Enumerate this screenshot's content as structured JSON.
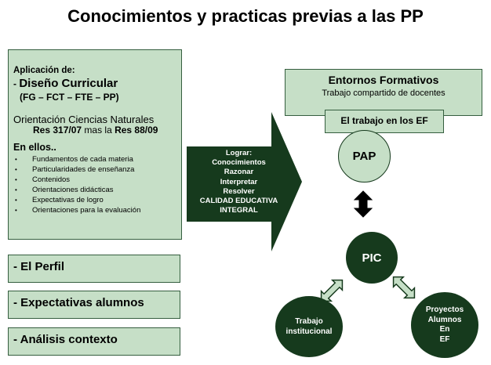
{
  "title": "Conocimientos y practicas previas a las PP",
  "main_box": {
    "line1": "Aplicación de:",
    "line2_dash": "- ",
    "line2": "Diseño Curricular",
    "line3": "(FG – FCT – FTE – PP)",
    "line4": "Orientación Ciencias Naturales",
    "res1": "Res 317/07",
    "res_mid": " mas la ",
    "res2": "Res 88/09",
    "line6": "En ellos..",
    "items": [
      "Fundamentos de cada materia",
      "Particularidades de enseñanza",
      "Contenidos",
      "Orientaciones didácticas",
      "Expectativas de logro",
      "Orientaciones para la evaluación"
    ]
  },
  "side_boxes": [
    "- El Perfil",
    "- Expectativas alumnos",
    "- Análisis contexto"
  ],
  "arrow_text": [
    "Lograr:",
    "Conocimientos",
    "Razonar",
    "Interpretar",
    "Resolver",
    "CALIDAD EDUCATIVA",
    "INTEGRAL"
  ],
  "entornos": {
    "title": "Entornos Formativos",
    "subtitle": "Trabajo compartido de docentes"
  },
  "ef_label": "El trabajo en los EF",
  "circles": {
    "pap": "PAP",
    "pic": "PIC",
    "trabajo": [
      "Trabajo",
      "institucional"
    ],
    "proyectos": [
      "Proyectos",
      "Alumnos",
      "En",
      "EF"
    ]
  },
  "colors": {
    "box_fill": "#c6dfc7",
    "box_border": "#355e3f",
    "dark": "#163a1d"
  }
}
